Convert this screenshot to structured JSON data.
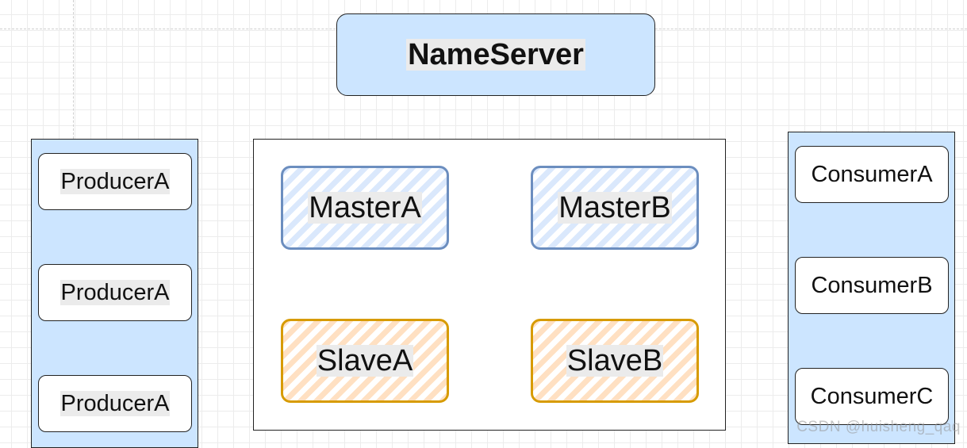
{
  "nameserver": {
    "label": "NameServer"
  },
  "producers": [
    {
      "label": "ProducerA"
    },
    {
      "label": "ProducerA"
    },
    {
      "label": "ProducerA"
    }
  ],
  "brokers": {
    "master_a": "MasterA",
    "master_b": "MasterB",
    "slave_a": "SlaveA",
    "slave_b": "SlaveB"
  },
  "consumers": [
    {
      "label": "ConsumerA"
    },
    {
      "label": "ConsumerB"
    },
    {
      "label": "ConsumerC"
    }
  ],
  "watermark": "CSDN @huisheng_qaq",
  "colors": {
    "panel_fill": "#cce5ff",
    "master_stroke": "#6c8ebf",
    "master_hatch": "#dae8fc",
    "slave_stroke": "#d79b00",
    "slave_hatch": "#ffe0c2"
  }
}
